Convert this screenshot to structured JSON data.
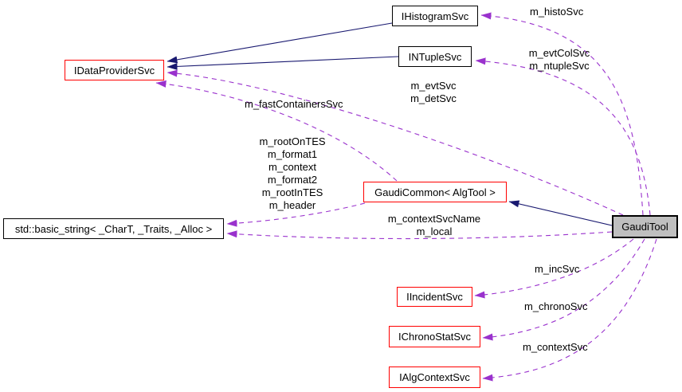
{
  "diagram": {
    "type": "doxygen-collaboration-graph",
    "colors": {
      "background": "#ffffff",
      "usage_edge": "#9a32cd",
      "inheritance_edge": "#191970",
      "node_border": "#000000",
      "truncated_node_border": "#ff0000",
      "current_node_fill": "#bfbfbf",
      "text": "#000000"
    },
    "nodes": {
      "ihistogramsvc": {
        "label": "IHistogramSvc"
      },
      "intuplesvc": {
        "label": "INTupleSvc"
      },
      "idataprovidersvc": {
        "label": "IDataProviderSvc"
      },
      "gaudicommon": {
        "label": "GaudiCommon< AlgTool >"
      },
      "basicstring": {
        "label": "std::basic_string< _CharT, _Traits, _Alloc >"
      },
      "gauditool": {
        "label": "GaudiTool"
      },
      "iincidentsvc": {
        "label": "IIncidentSvc"
      },
      "ichronostatsvc": {
        "label": "IChronoStatSvc"
      },
      "ialgcontextsvc": {
        "label": "IAlgContextSvc"
      }
    },
    "edge_labels": {
      "histo": {
        "lines": [
          "m_histoSvc"
        ]
      },
      "tuple": {
        "lines": [
          "m_evtColSvc",
          "m_ntupleSvc"
        ]
      },
      "evt": {
        "lines": [
          "m_evtSvc",
          "m_detSvc"
        ]
      },
      "fast": {
        "lines": [
          "m_fastContainersSvc"
        ]
      },
      "strings_common": {
        "lines": [
          "m_rootOnTES",
          "m_format1",
          "m_context",
          "m_format2",
          "m_rootInTES",
          "m_header"
        ]
      },
      "strings_tool": {
        "lines": [
          "m_contextSvcName",
          "m_local"
        ]
      },
      "inc": {
        "lines": [
          "m_incSvc"
        ]
      },
      "chrono": {
        "lines": [
          "m_chronoSvc"
        ]
      },
      "context": {
        "lines": [
          "m_contextSvc"
        ]
      }
    },
    "edges": [
      {
        "from": "ihistogramsvc",
        "to": "idataprovidersvc",
        "type": "inheritance"
      },
      {
        "from": "intuplesvc",
        "to": "idataprovidersvc",
        "type": "inheritance"
      },
      {
        "from": "gauditool",
        "to": "gaudicommon",
        "type": "inheritance"
      },
      {
        "from": "gauditool",
        "to": "ihistogramsvc",
        "type": "usage",
        "label": "histo"
      },
      {
        "from": "gauditool",
        "to": "intuplesvc",
        "type": "usage",
        "label": "tuple"
      },
      {
        "from": "gauditool",
        "to": "idataprovidersvc",
        "type": "usage",
        "label": "evt"
      },
      {
        "from": "gaudicommon",
        "to": "idataprovidersvc",
        "type": "usage",
        "label": "fast"
      },
      {
        "from": "gaudicommon",
        "to": "basicstring",
        "type": "usage",
        "label": "strings_common"
      },
      {
        "from": "gauditool",
        "to": "basicstring",
        "type": "usage",
        "label": "strings_tool"
      },
      {
        "from": "gauditool",
        "to": "iincidentsvc",
        "type": "usage",
        "label": "inc"
      },
      {
        "from": "gauditool",
        "to": "ichronostatsvc",
        "type": "usage",
        "label": "chrono"
      },
      {
        "from": "gauditool",
        "to": "ialgcontextsvc",
        "type": "usage",
        "label": "context"
      }
    ]
  }
}
